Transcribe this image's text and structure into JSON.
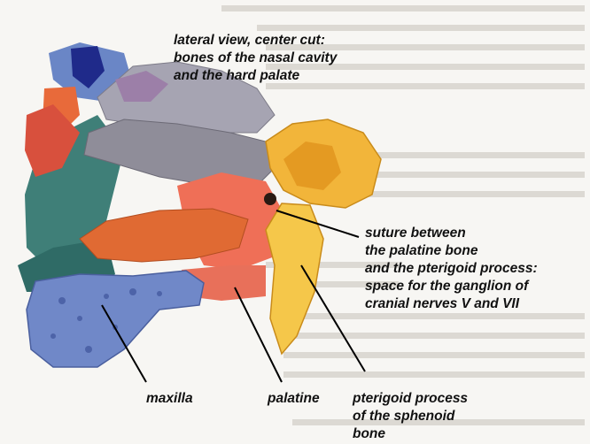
{
  "title_lines": [
    "lateral view, center cut:",
    "bones of the nasal cavity",
    "and the hard palate"
  ],
  "suture_lines": [
    "suture between",
    "the palatine bone",
    "and the pterigoid process:",
    "space for the ganglion of",
    "cranial nerves V and VII"
  ],
  "labels": {
    "maxilla": "maxilla",
    "palatine": "palatine",
    "pterygoid_lines": [
      "pterigoid process",
      "of the sphenoid",
      "bone"
    ]
  },
  "colors": {
    "maxilla": "#6d86c8",
    "palatine": "#ef6f57",
    "sphenoid": "#f2b53a",
    "turbinate": "#9a9aa6",
    "vomer": "#4f8f86"
  }
}
